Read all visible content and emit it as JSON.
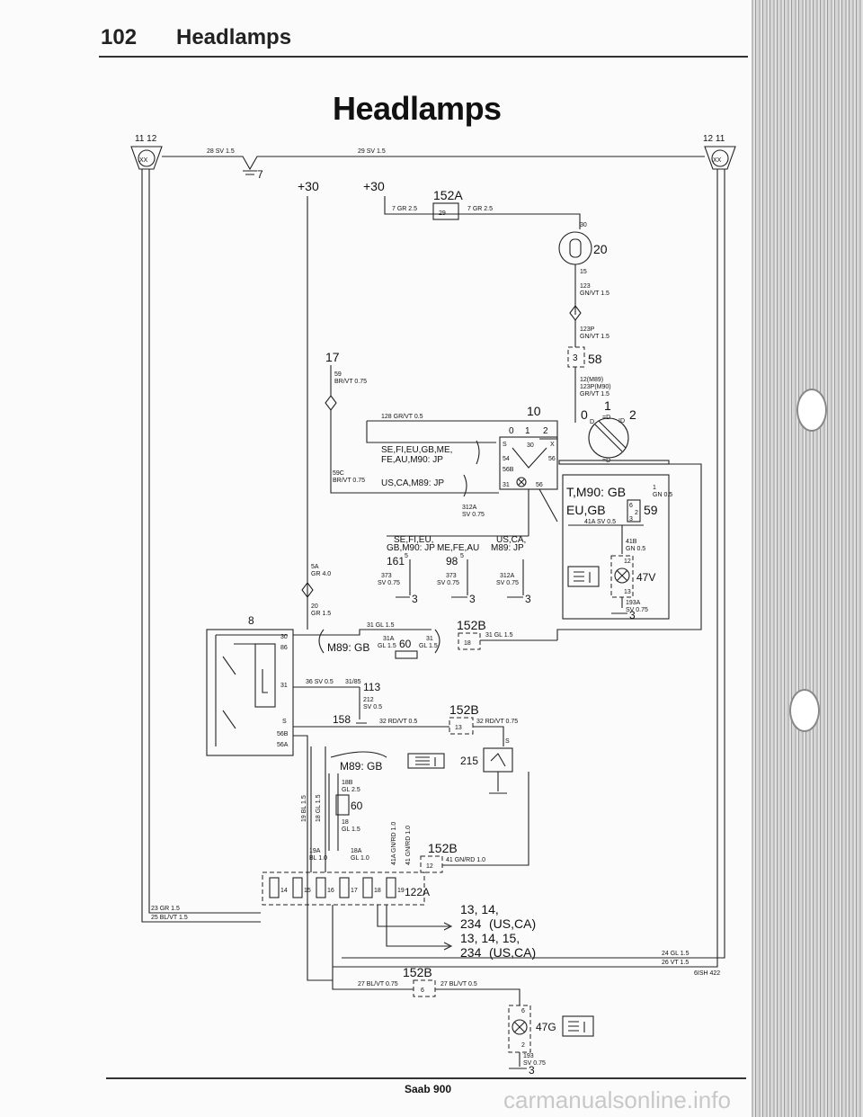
{
  "header": {
    "page_number": "102",
    "section": "Headlamps"
  },
  "title": "Headlamps",
  "footer": {
    "publication": "Saab 900",
    "watermark": "carmanualsonline.info",
    "drawing_code": "6ISH 422"
  },
  "grounds": {
    "left": "11 12",
    "right": "12 11",
    "badge": "XX"
  },
  "top_wires": {
    "left": "28 SV 1.5",
    "middle": "29 SV 1.5",
    "earth_7": "7"
  },
  "supply": {
    "a": "+30",
    "b": "+30"
  },
  "fuse": {
    "label": "152A",
    "in_wire": "7 GR 2.5",
    "pin": "29",
    "out_wire": "7 GR 2.5"
  },
  "light_switch": {
    "number": "20",
    "pin30": "30",
    "pin15": "15",
    "w123": "123",
    "w123_color": "GN/VT 1.5",
    "w123p": "123P",
    "w123p_color": "GN/VT 1.5",
    "connector": "58",
    "conn_pin": "3"
  },
  "w12": {
    "a": "12(M89)",
    "b": "123P(M90)",
    "c": "GR/VT 1.5"
  },
  "rotary_switch": {
    "p0": "0",
    "p1": "1",
    "p2": "2",
    "left_sym": "D",
    "mid_sym": "=D",
    "right_sym": "ID",
    "bottom_sym": "=D"
  },
  "w17": {
    "no": "17",
    "w": "59",
    "c": "BR/VT 0.75"
  },
  "w128": "128 GR/VT 0.5",
  "var_labels": {
    "a": "SE,FI,EU,GB,ME,",
    "b": "FE,AU,M90: JP",
    "c": "US,CA,M89: JP"
  },
  "w59c": {
    "w": "59C",
    "c": "BR/VT 0.75"
  },
  "dip_switch": {
    "number": "10",
    "positions": {
      "p0": "0",
      "p1": "1",
      "p2": "2"
    },
    "pins": {
      "s": "S",
      "p30": "30",
      "x": "X",
      "p54": "54",
      "p56": "56",
      "p56b": "56B",
      "p31": "31",
      "p56r": "56"
    }
  },
  "w312a": {
    "w": "312A",
    "c": "SV 0.75"
  },
  "groups": {
    "g1a": "SE,FI,EU,",
    "g1b": "GB,M90: JP",
    "g2": "ME,FE,AU",
    "g3a": "US,CA,",
    "g3b": "M89: JP"
  },
  "relays": {
    "r161": "161",
    "r98": "98",
    "pin": "5"
  },
  "w373a": {
    "w": "373",
    "c": "SV 0.75"
  },
  "w373b": {
    "w": "373",
    "c": "SV 0.75"
  },
  "w312": {
    "w": "312A",
    "c": "SV 0.75"
  },
  "grounds3": {
    "a": "3",
    "b": "3",
    "c": "3"
  },
  "w5a": {
    "w": "5A",
    "c": "GR 4.0"
  },
  "w20": {
    "w": "20",
    "c": "GR 1.5"
  },
  "relay8": {
    "no": "8",
    "p30": "30",
    "p86": "86",
    "p31": "31",
    "ps": "S",
    "p56b": "56B",
    "p56a": "56A"
  },
  "flash": {
    "w31": "31 GL 1.5",
    "w31a": "31A",
    "w31a_c": "GL 1.5",
    "comp60": "60",
    "w31b": "31",
    "w31b_c": "GL 1.5",
    "m89": "M89: GB",
    "fuse152b": "152B",
    "pin18": "18",
    "out": "31 GL 1.5"
  },
  "w36": {
    "a": "36 SV 0.5",
    "b": "31/85",
    "c": "113"
  },
  "w212": {
    "w": "212",
    "c": "SV 0.5"
  },
  "switch158": {
    "no": "158",
    "pin": "13",
    "fuse": "152B",
    "w_in": "32 RD/VT 0.5",
    "w_out": "32 RD/VT 0.75"
  },
  "indicator215": {
    "no": "215",
    "s": "S"
  },
  "m89b": "M89: GB",
  "w18b": {
    "w": "18B",
    "c": "GL 2.5"
  },
  "comp60b": "60",
  "w18": {
    "w": "18",
    "c": "GL 1.5"
  },
  "vert_labels": {
    "a": "19 BL 1.5",
    "b": "18 GL 1.5",
    "c": "41A GN/RD 1.0",
    "d": "41 GN/RD 1.0"
  },
  "w19a": {
    "w": "19A",
    "c": "BL 1.0"
  },
  "w18a": {
    "w": "18A",
    "c": "GL 1.0"
  },
  "fuse12": {
    "fuse": "152B",
    "pin": "12",
    "w": "41 GN/RD 1.0"
  },
  "conn122a": {
    "pins": [
      "14",
      "15",
      "16",
      "17",
      "18",
      "19"
    ],
    "label": "122A"
  },
  "w23": "23 GR 1.5",
  "w25": "25 BL/VT 1.5",
  "dest1": {
    "a": "13, 14,",
    "b": "234",
    "c": "(US,CA)"
  },
  "dest2": {
    "a": "13, 14, 15,",
    "b": "234",
    "c": "(US,CA)"
  },
  "w24": "24 GL 1.5",
  "w26": "26 VT 1.5",
  "fuse6": {
    "fuse": "152B",
    "in": "27 BL/VT 0.75",
    "pin": "6",
    "out": "27 BL/VT 0.5"
  },
  "lamp47g": {
    "top": "6",
    "no": "47G",
    "bot": "2",
    "w": "193",
    "c": "SV 0.75",
    "g": "3"
  },
  "box": {
    "market1": "T,M90: GB",
    "market1_pin": "1",
    "market1_w": "GN 0.5",
    "market2": "EU,GB",
    "conn": "59",
    "pins": [
      "6",
      "2",
      "3"
    ],
    "w41a": "41A SV 0.5",
    "w41b": "41B",
    "w41b_c": "GN 0.5",
    "pin12": "12",
    "lamp": "47V",
    "pin13": "13",
    "w193a": "193A",
    "w193a_c": "SV 0.75",
    "g": "3"
  }
}
